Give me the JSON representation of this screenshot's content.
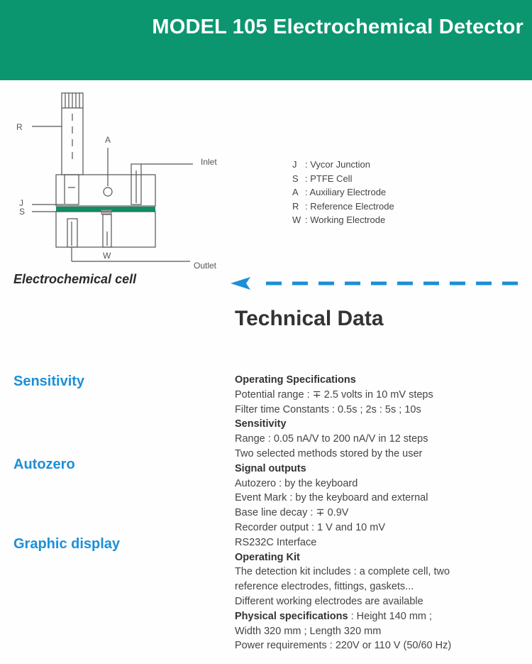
{
  "header": {
    "title": "MODEL 105 Electrochemical Detector"
  },
  "diagram": {
    "labels": {
      "R": "R",
      "A": "A",
      "J": "J",
      "S": "S",
      "W": "W",
      "inlet": "Inlet",
      "outlet": "Outlet"
    },
    "caption": "Electrochemical cell"
  },
  "legend": [
    {
      "key": "J",
      "text": ": Vycor Junction"
    },
    {
      "key": "S",
      "text": ": PTFE Cell"
    },
    {
      "key": "A",
      "text": ": Auxiliary Electrode"
    },
    {
      "key": "R",
      "text": ": Reference Electrode"
    },
    {
      "key": "W",
      "text": ": Working Electrode"
    }
  ],
  "technical_title": "Technical Data",
  "features": [
    "Sensitivity",
    "Autozero",
    "Graphic display"
  ],
  "specs": {
    "operating_heading": "Operating Specifications",
    "potential_range": "Potential range : ∓ 2.5 volts in 10 mV steps",
    "filter_time": "Filter time Constants : 0.5s ; 2s : 5s ; 10s",
    "sensitivity_heading": "Sensitivity",
    "range": "Range : 0.05 nA/V to 200 nA/V in 12 steps",
    "methods": "Two selected methods stored by the user",
    "signal_heading": "Signal outputs",
    "autozero": "Autozero : by the keyboard",
    "event_mark": "Event Mark : by the keyboard and external",
    "baseline": "Base line decay : ∓ 0.9V",
    "recorder": "Recorder output : 1 V and 10 mV",
    "rs232": "RS232C Interface",
    "kit_heading": "Operating Kit",
    "kit_line1": "The detection kit includes : a complete cell, two",
    "kit_line2": "reference electrodes, fittings, gaskets...",
    "kit_line3": "Different working electrodes are available",
    "physical_heading": "Physical specifications",
    "physical_rest": " : Height 140 mm ;",
    "physical_line2": "Width 320 mm ; Length 320 mm",
    "power": "Power requirements : 220V or 110 V (50/60 Hz)"
  },
  "colors": {
    "banner": "#0c9670",
    "accent_blue": "#1c8fd8",
    "separator_green": "#0f8f63"
  }
}
